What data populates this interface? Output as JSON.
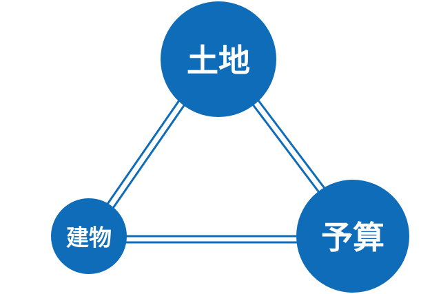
{
  "diagram": {
    "color": "#0e6cb8",
    "background": "#ffffff",
    "nodes": {
      "land": {
        "label": "土地"
      },
      "building": {
        "label": "建物"
      },
      "budget": {
        "label": "予算"
      }
    },
    "connectors": [
      {
        "from": "land",
        "to": "building",
        "style": "double-line"
      },
      {
        "from": "land",
        "to": "budget",
        "style": "double-line"
      },
      {
        "from": "building",
        "to": "budget",
        "style": "double-line"
      }
    ]
  }
}
